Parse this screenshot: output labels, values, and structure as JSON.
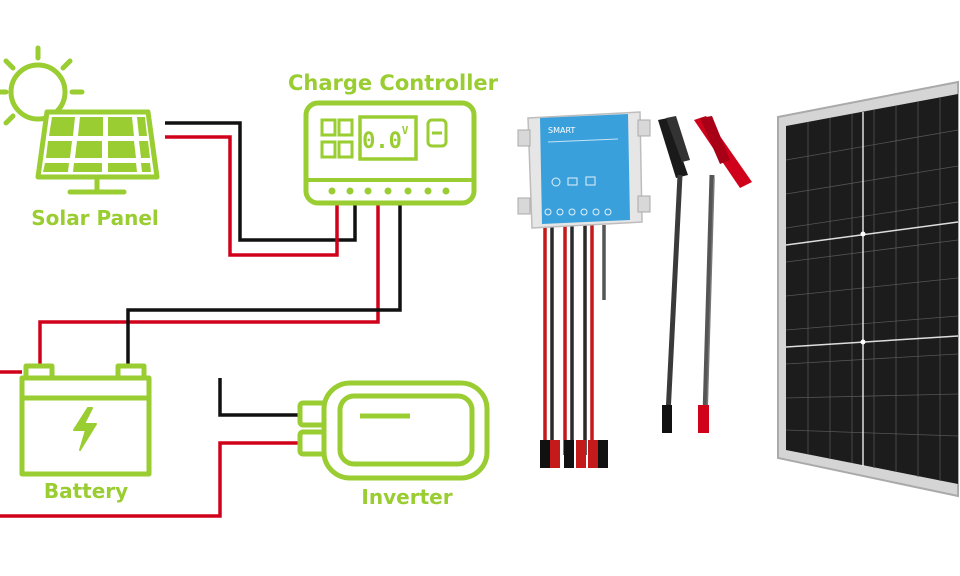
{
  "labels": {
    "solar_panel": "Solar Panel",
    "charge_controller": "Charge Controller",
    "battery": "Battery",
    "inverter": "Inverter"
  },
  "controller_display": "0.0",
  "controller_display_unit": "V",
  "product_controller_brand": "SMART",
  "colors": {
    "accent_green": "#9acd32",
    "wire_red": "#d0021b",
    "wire_black": "#111111",
    "controller_blue": "#3aa0dc",
    "panel_cell": "#1c1c1c"
  }
}
